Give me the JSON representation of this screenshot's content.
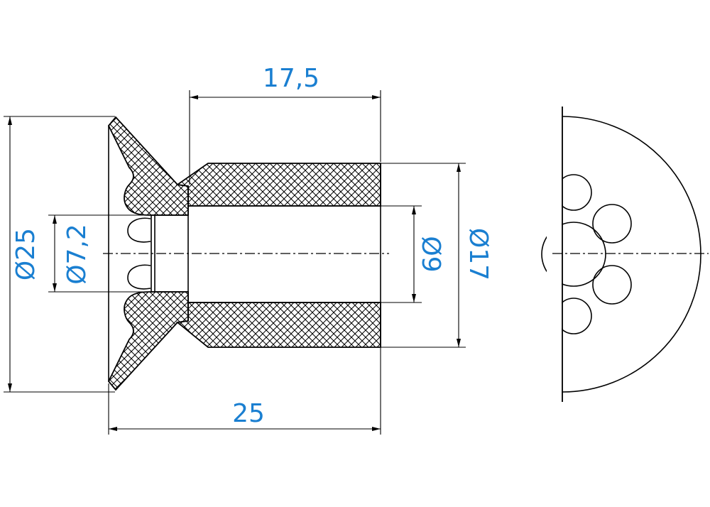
{
  "drawing": {
    "type": "technical-drawing",
    "colors": {
      "dimension_text": "#1a7fd1",
      "lines": "#000000",
      "background": "#ffffff"
    },
    "dimensions": {
      "overall_length": "25",
      "bore_length": "17,5",
      "outer_diameter": "Ø25",
      "small_bore_diameter": "Ø7,2",
      "bore_diameter": "Ø9",
      "body_diameter": "Ø17"
    }
  }
}
